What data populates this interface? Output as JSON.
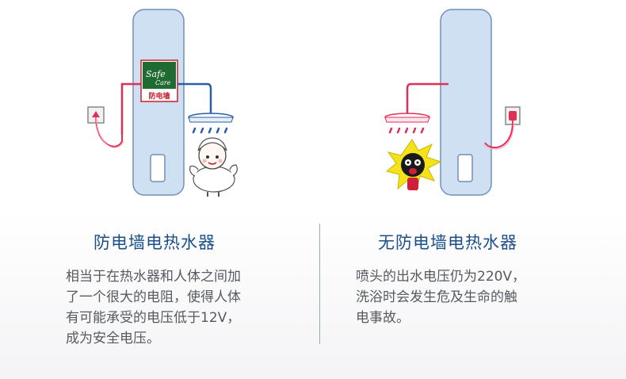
{
  "left_panel": {
    "title": "防电墙电热水器",
    "description": "相当于在热水器和人体之间加\n了一个很大的电阻，使得人体\n有可能承受的电压低于12V，\n成为安全电压。",
    "badge": {
      "line1": "Safe",
      "line2": "Care",
      "label": "防电墙"
    }
  },
  "right_panel": {
    "title": "无防电墙电热水器",
    "description": "喷头的出水电压仍为220V，\n洗浴时会发生危及生命的触\n电事故。"
  },
  "colors": {
    "heading": "#1a4f8a",
    "body_text": "#555a60",
    "tank_fill": "#cfe0f3",
    "tank_stroke": "#6f8fb8",
    "hot_wire": "#e0305a",
    "cold_wire": "#2a5ea8",
    "badge_green": "#1f6b32",
    "shock_yellow": "#f4e21a"
  },
  "icons": [
    "outlet-icon",
    "shower-head-icon",
    "water-heater-icon",
    "safe-care-badge",
    "happy-person-icon",
    "shocked-person-icon",
    "plug-icon"
  ]
}
